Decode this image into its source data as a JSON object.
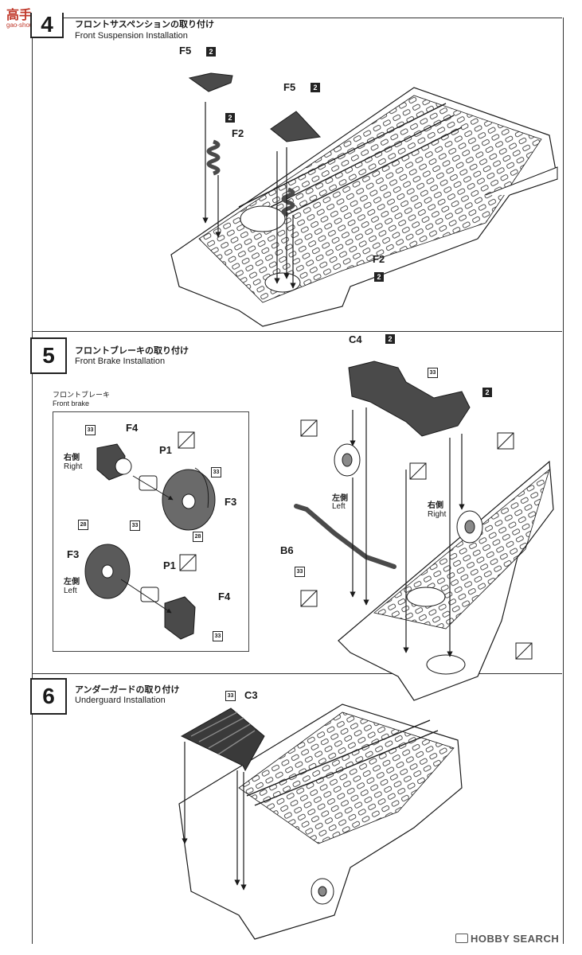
{
  "logo": {
    "text": "高手",
    "sub": "gao-shou.com"
  },
  "step4": {
    "number": "4",
    "title_jp": "フロントサスペンションの取り付け",
    "title_en": "Front Suspension Installation"
  },
  "step5": {
    "number": "5",
    "title_jp": "フロントブレーキの取り付け",
    "title_en": "Front Brake Installation"
  },
  "step6": {
    "number": "6",
    "title_jp": "アンダーガードの取り付け",
    "title_en": "Underguard Installation"
  },
  "inset": {
    "title_jp": "フロントブレーキ",
    "title_en": "Front brake"
  },
  "parts": {
    "f5": "F5",
    "f2": "F2",
    "c4": "C4",
    "b6": "B6",
    "c3": "C3",
    "f4": "F4",
    "p1": "P1",
    "f3": "F3"
  },
  "color_codes": {
    "c2": "2",
    "c33": "33",
    "c28": "28"
  },
  "sides": {
    "right_jp": "右側",
    "right_en": "Right",
    "left_jp": "左側",
    "left_en": "Left"
  },
  "watermark": "HOBBY SEARCH",
  "colors": {
    "line": "#1a1a1a",
    "fill_dark": "#4a4a4a",
    "fill_mid": "#8a8a8a",
    "paper": "#ffffff"
  },
  "icons": [
    "no-glue-icon",
    "tweezers-icon",
    "hobby-search-icon"
  ]
}
